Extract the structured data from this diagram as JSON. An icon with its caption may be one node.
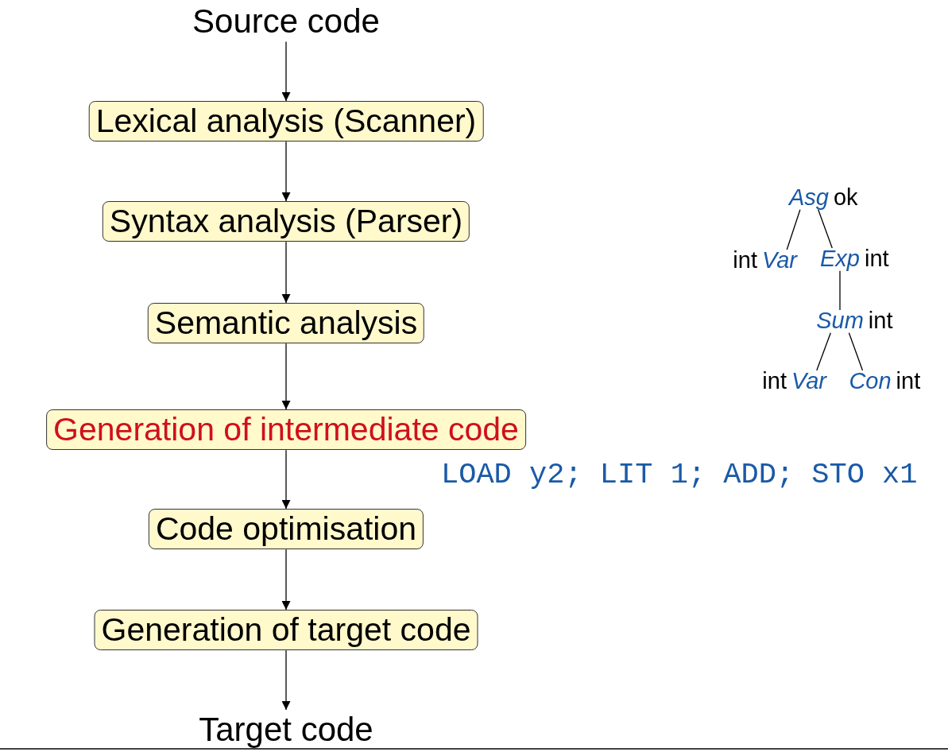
{
  "diagram": {
    "nodes": [
      {
        "text": [
          "Source code"
        ]
      },
      {
        "text": [
          "Lexical analysis (Scanner)"
        ]
      },
      {
        "text": [
          "Syntax analysis (Parser)"
        ]
      },
      {
        "text": [
          "Semantic analysis"
        ]
      },
      {
        "text": [
          "Generation of intermediate code"
        ]
      },
      {
        "text": [
          "Code optimisation"
        ]
      },
      {
        "text": [
          "Generation of target code"
        ]
      },
      {
        "text": [
          "Target code"
        ]
      },
      {
        "text": [
          "Asg"
        ],
        "beside": [
          "ok"
        ]
      },
      {
        "text": [
          "Var"
        ],
        "beside": [
          "int"
        ]
      },
      {
        "text": [
          "Exp"
        ],
        "beside": [
          "int"
        ]
      },
      {
        "text": [
          "Sum"
        ],
        "beside": [
          "int"
        ]
      },
      {
        "text": [
          "Var"
        ],
        "beside": [
          "int"
        ]
      },
      {
        "text": [
          "Con"
        ],
        "beside": [
          "int"
        ]
      }
    ],
    "edges": [
      {
        "from": 0,
        "to": 1,
        "arrow": "to"
      },
      {
        "from": 1,
        "to": 2,
        "arrow": "to"
      },
      {
        "from": 2,
        "to": 3,
        "arrow": "to"
      },
      {
        "from": 3,
        "to": 4,
        "arrow": "to"
      },
      {
        "from": 4,
        "to": 5,
        "arrow": "to"
      },
      {
        "from": 5,
        "to": 6,
        "arrow": "to"
      },
      {
        "from": 6,
        "to": 7,
        "arrow": "to"
      },
      {
        "from": 8,
        "to": 9,
        "arrow": "none"
      },
      {
        "from": 8,
        "to": 10,
        "arrow": "none"
      },
      {
        "from": 10,
        "to": 11,
        "arrow": "none"
      },
      {
        "from": 11,
        "to": 12,
        "arrow": "none"
      },
      {
        "from": 11,
        "to": 13,
        "arrow": "none"
      }
    ],
    "labels": [
      "LOAD y2; LIT 1; ADD; STO x1"
    ]
  }
}
